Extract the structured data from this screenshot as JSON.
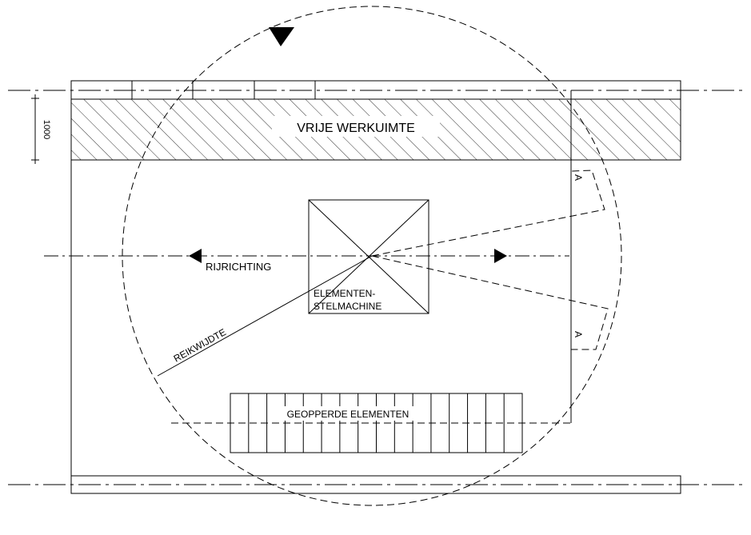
{
  "labels": {
    "clearance_zone": "VRIJE WERKUIMTE",
    "travel_direction": "RIJRICHTING",
    "machine_line1": "ELEMENTEN-",
    "machine_line2": "STELMACHINE",
    "reach": "REIKWIJDTE",
    "stacked_elements": "GEOPPERDE ELEMENTEN",
    "dimension": "1000",
    "angle_top": "A",
    "angle_bottom": "A"
  },
  "colors": {
    "line": "#000000",
    "background": "#ffffff"
  }
}
